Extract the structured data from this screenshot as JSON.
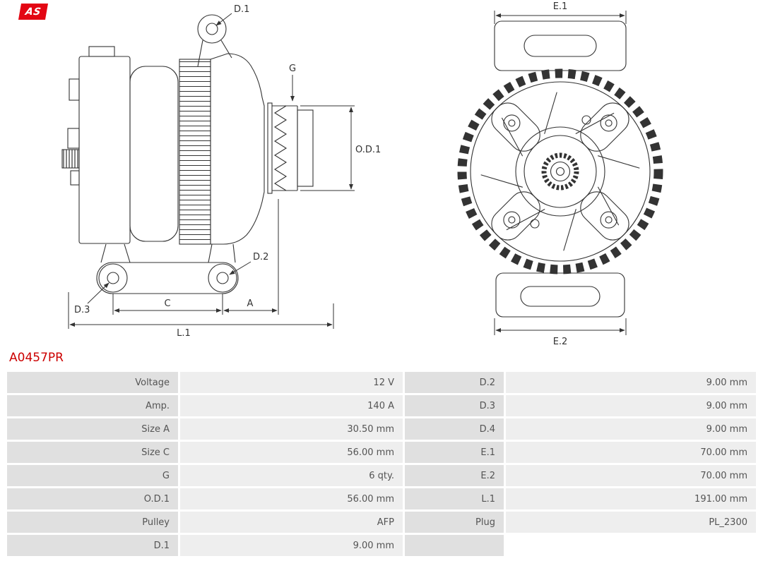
{
  "logo": {
    "text": "AS",
    "color": "#e30613"
  },
  "part_number": "A0457PR",
  "colors": {
    "accent_red": "#cc0000",
    "line_art": "#333333",
    "label_cell_bg": "#e0e0e0",
    "value_cell_bg": "#eeeeee"
  },
  "diagram": {
    "side_labels": {
      "d1": "D.1",
      "g": "G",
      "od1": "O.D.1",
      "d2": "D.2",
      "d3": "D.3",
      "c": "C",
      "a": "A",
      "l1": "L.1"
    },
    "front_labels": {
      "e1": "E.1",
      "e2": "E.2"
    }
  },
  "table": {
    "rows": [
      {
        "l1": "Voltage",
        "v1": "12 V",
        "l2": "D.2",
        "v2": "9.00 mm"
      },
      {
        "l1": "Amp.",
        "v1": "140 A",
        "l2": "D.3",
        "v2": "9.00 mm"
      },
      {
        "l1": "Size A",
        "v1": "30.50 mm",
        "l2": "D.4",
        "v2": "9.00 mm"
      },
      {
        "l1": "Size C",
        "v1": "56.00 mm",
        "l2": "E.1",
        "v2": "70.00 mm"
      },
      {
        "l1": "G",
        "v1": "6 qty.",
        "l2": "E.2",
        "v2": "70.00 mm"
      },
      {
        "l1": "O.D.1",
        "v1": "56.00 mm",
        "l2": "L.1",
        "v2": "191.00 mm"
      },
      {
        "l1": "Pulley",
        "v1": "AFP",
        "l2": "Plug",
        "v2": "PL_2300"
      },
      {
        "l1": "D.1",
        "v1": "9.00 mm",
        "l2": "",
        "v2": ""
      }
    ]
  }
}
